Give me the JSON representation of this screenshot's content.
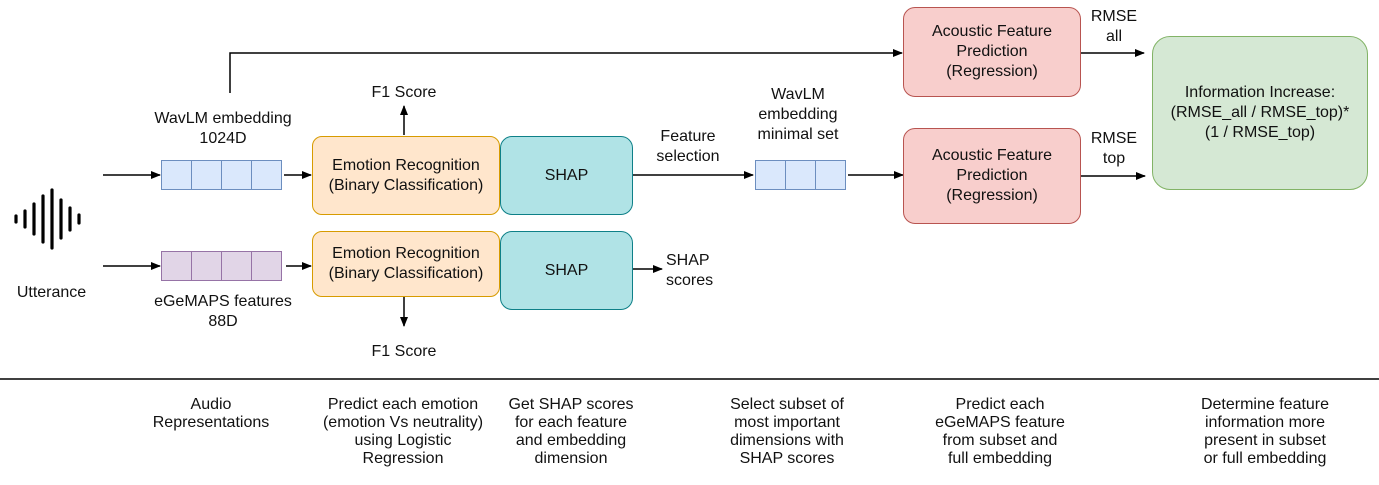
{
  "input": {
    "label": "Utterance"
  },
  "wavlm": {
    "label_line1": "WavLM embedding",
    "label_line2": "1024D"
  },
  "egemaps": {
    "label_line1": "eGeMAPS features",
    "label_line2": "88D"
  },
  "emotion_top": {
    "text": "Emotion Recognition\n(Binary Classification)",
    "output": "F1 Score"
  },
  "emotion_bottom": {
    "text": "Emotion Recognition\n(Binary Classification)",
    "output": "F1 Score"
  },
  "shap_top": {
    "text": "SHAP"
  },
  "shap_bottom": {
    "text": "SHAP",
    "output": "SHAP\nscores"
  },
  "feature_selection": {
    "text": "Feature\nselection"
  },
  "minimal_set": {
    "text": "WavLM\nembedding\nminimal set"
  },
  "regression_top": {
    "text": "Acoustic Feature\nPrediction\n(Regression)",
    "output": "RMSE\nall"
  },
  "regression_bottom": {
    "text": "Acoustic Feature\nPrediction\n(Regression)",
    "output": "RMSE\ntop"
  },
  "information": {
    "text": "Information Increase:\n(RMSE_all / RMSE_top)*\n(1 / RMSE_top)"
  },
  "steps": [
    "Audio\nRepresentations",
    "Predict each emotion\n(emotion Vs neutrality)\nusing Logistic\nRegression",
    "Get SHAP scores\nfor each feature\nand embedding\ndimension",
    "Select subset of\nmost important\ndimensions with\nSHAP scores",
    "Predict each\neGeMAPS feature\nfrom subset and\nfull embedding",
    "Determine feature\ninformation more\npresent in subset\nor full embedding"
  ],
  "colors": {
    "emotion_fill": "#ffe6cc",
    "emotion_border": "#d79b00",
    "shap_fill": "#b0e3e6",
    "shap_border": "#0e8088",
    "regression_fill": "#f8cecc",
    "regression_border": "#b85450",
    "info_fill": "#d5e8d4",
    "info_border": "#82b366",
    "wavlm_vector": "#dae8fc",
    "egemaps_vector": "#e1d5e7"
  },
  "icons": {
    "utterance": "waveform-icon"
  }
}
